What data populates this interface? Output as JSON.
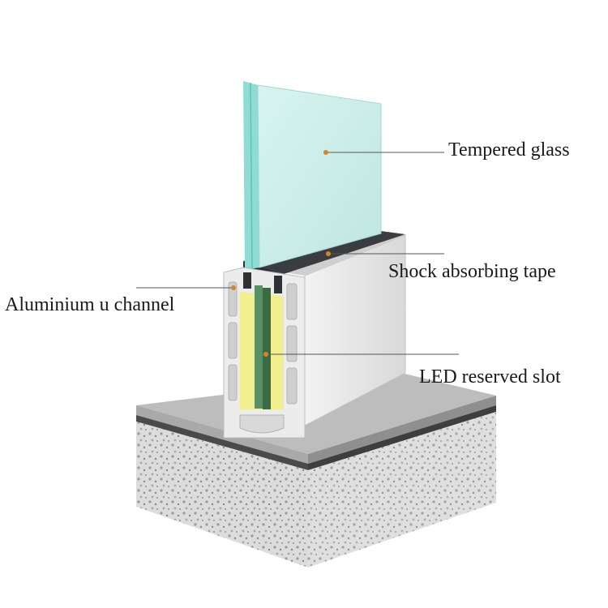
{
  "labels": {
    "glass": "Tempered glass",
    "tape": "Shock absorbing tape",
    "channel": "Aluminium u channel",
    "led": "LED reserved slot"
  },
  "colors": {
    "glass": "#cfeeea",
    "glass_edge": "#7fd3c8",
    "aluminium": "#e6e6e6",
    "rubber": "#3a3d40",
    "led_slot": "#f4f29a",
    "leader_line": "#555555",
    "dot": "#d9822b",
    "concrete_top": "#b9b9b9",
    "concrete_side": "#d6d6d6"
  }
}
